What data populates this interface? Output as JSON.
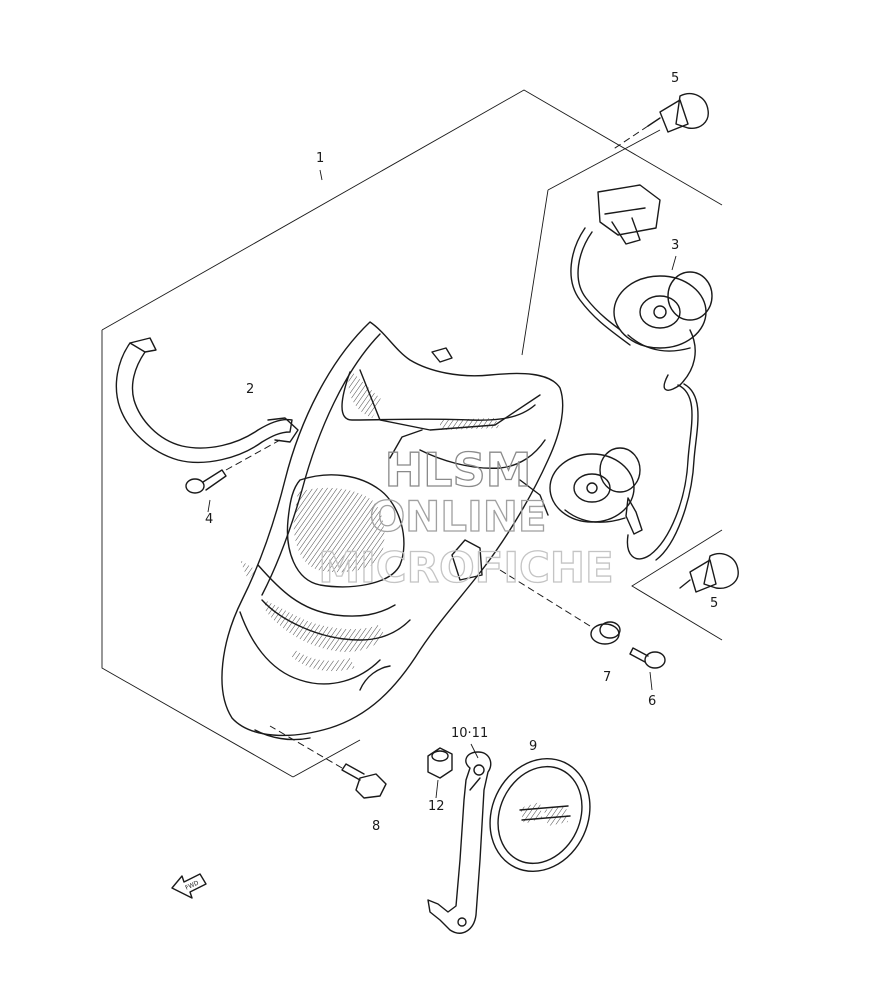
{
  "callouts": {
    "c1": "1",
    "c2": "2",
    "c3": "3",
    "c4": "4",
    "c5a": "5",
    "c5b": "5",
    "c6": "6",
    "c7": "7",
    "c8": "8",
    "c9": "9",
    "c10_11": "10·11",
    "c12": "12"
  },
  "watermark": {
    "line1": "HLSM",
    "line2": "ONLINE",
    "line3": "MICROFICHE"
  },
  "direction_arrow": {
    "label": "FWD"
  },
  "colors": {
    "line": "#1a1a1a",
    "background": "#ffffff",
    "watermark": "#9a9a9a"
  }
}
